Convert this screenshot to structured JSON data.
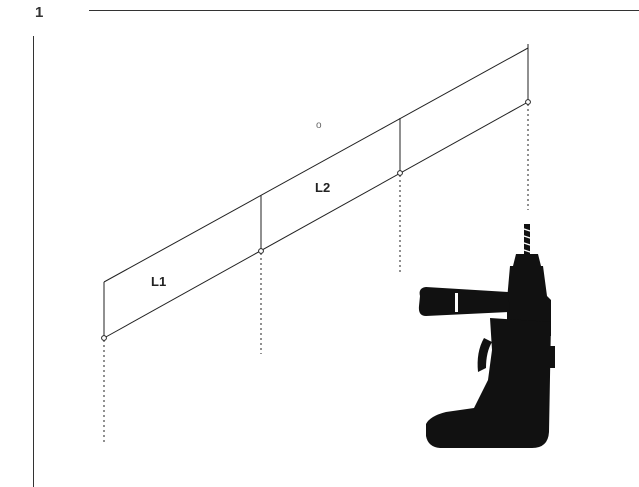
{
  "figure": {
    "number": "1",
    "labels": {
      "l1": "L1",
      "l2": "L2",
      "o": "o"
    },
    "icons": {
      "tool": "hammer-drill-icon"
    },
    "colors": {
      "line": "#222222",
      "silhouette": "#111111"
    }
  }
}
